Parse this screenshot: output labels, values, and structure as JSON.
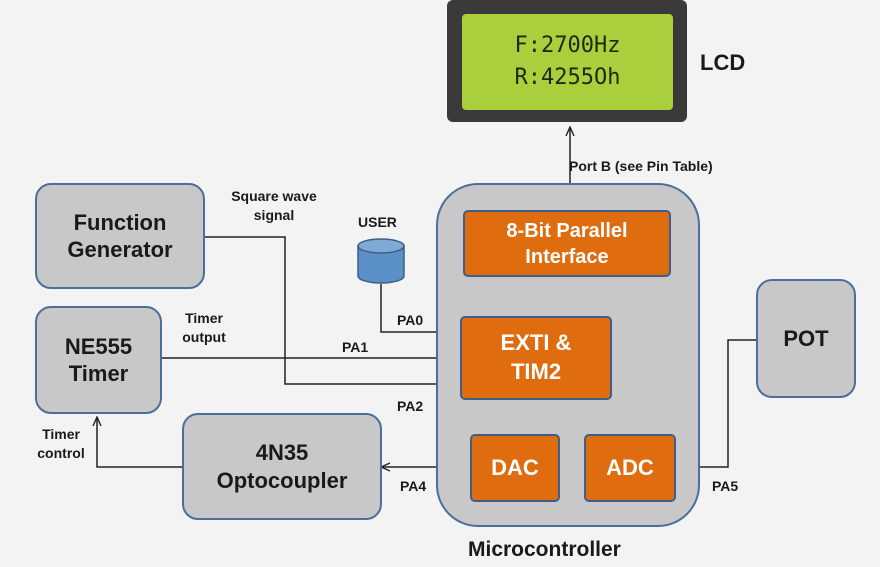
{
  "lcd": {
    "title": "LCD",
    "line1": "F:2700Hz",
    "line2": "R:4255Oh"
  },
  "blocks": {
    "function_generator": "Function\nGenerator",
    "ne555": "NE555\nTimer",
    "optocoupler": "4N35\nOptocoupler",
    "pot": "POT",
    "microcontroller": "Microcontroller",
    "parallel": "8-Bit Parallel\nInterface",
    "exti": "EXTI &\nTIM2",
    "dac": "DAC",
    "adc": "ADC",
    "user": "USER"
  },
  "labels": {
    "square_wave": "Square wave\nsignal",
    "timer_output": "Timer\noutput",
    "timer_control": "Timer\ncontrol",
    "port_b": "Port B (see Pin Table)",
    "pa0": "PA0",
    "pa1": "PA1",
    "pa2": "PA2",
    "pa4": "PA4",
    "pa5": "PA5"
  },
  "colors": {
    "block_fill": "#c8c8c8",
    "block_border": "#4a6f9c",
    "orange_fill": "#e06c10",
    "lcd_screen": "#a9cf3d",
    "user_cylinder": "#5b8fc7"
  }
}
